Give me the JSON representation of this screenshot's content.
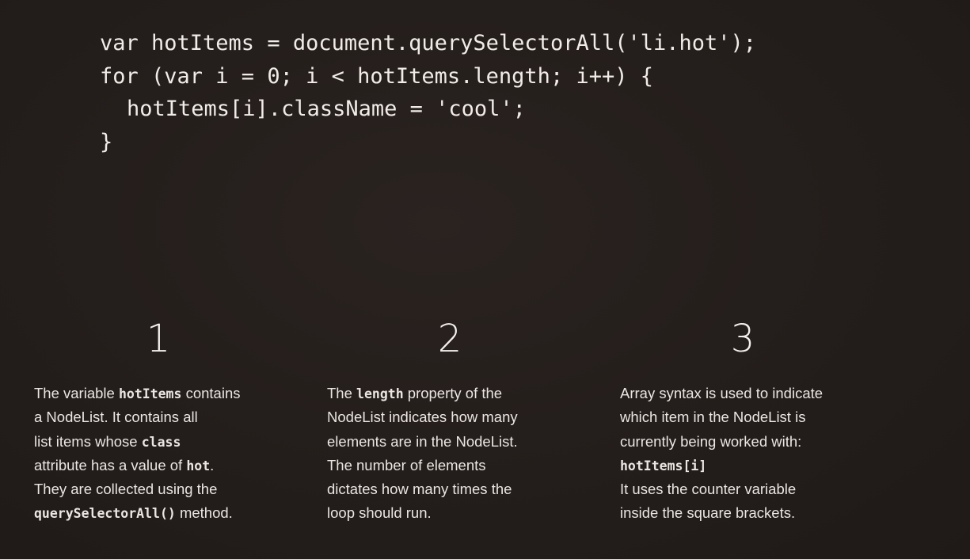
{
  "code": {
    "lines": [
      "var hotItems = document.querySelectorAll('li.hot');",
      "for (var i = 0; i < hotItems.length; i++) {",
      "hotItems[i].className = 'cool';",
      "}"
    ]
  },
  "steps": [
    {
      "number": "1",
      "lines": [
        {
          "a": "The variable ",
          "code": "hotItems",
          "b": " contains"
        },
        {
          "a": "a NodeList. It contains all",
          "code": "",
          "b": ""
        },
        {
          "a": "list items whose ",
          "code": "class",
          "b": ""
        },
        {
          "a": "attribute has a value of ",
          "code": "hot",
          "b": "."
        },
        {
          "a": "They are collected using the",
          "code": "",
          "b": ""
        },
        {
          "a": "",
          "code": "querySelectorAll()",
          "b": " method."
        }
      ]
    },
    {
      "number": "2",
      "lines": [
        {
          "a": "The ",
          "code": "length",
          "b": " property of the"
        },
        {
          "a": "NodeList indicates how many",
          "code": "",
          "b": ""
        },
        {
          "a": "elements are in the NodeList.",
          "code": "",
          "b": ""
        },
        {
          "a": "The number of elements",
          "code": "",
          "b": ""
        },
        {
          "a": "dictates how many times the",
          "code": "",
          "b": ""
        },
        {
          "a": "loop should run.",
          "code": "",
          "b": ""
        }
      ]
    },
    {
      "number": "3",
      "lines": [
        {
          "a": "Array syntax is used to indicate",
          "code": "",
          "b": ""
        },
        {
          "a": "which item in the NodeList is",
          "code": "",
          "b": ""
        },
        {
          "a": "currently being worked with:",
          "code": "",
          "b": ""
        },
        {
          "a": "",
          "code": "hotItems[i]",
          "b": ""
        },
        {
          "a": "It uses the counter variable",
          "code": "",
          "b": ""
        },
        {
          "a": "inside the square brackets.",
          "code": "",
          "b": ""
        }
      ]
    }
  ]
}
